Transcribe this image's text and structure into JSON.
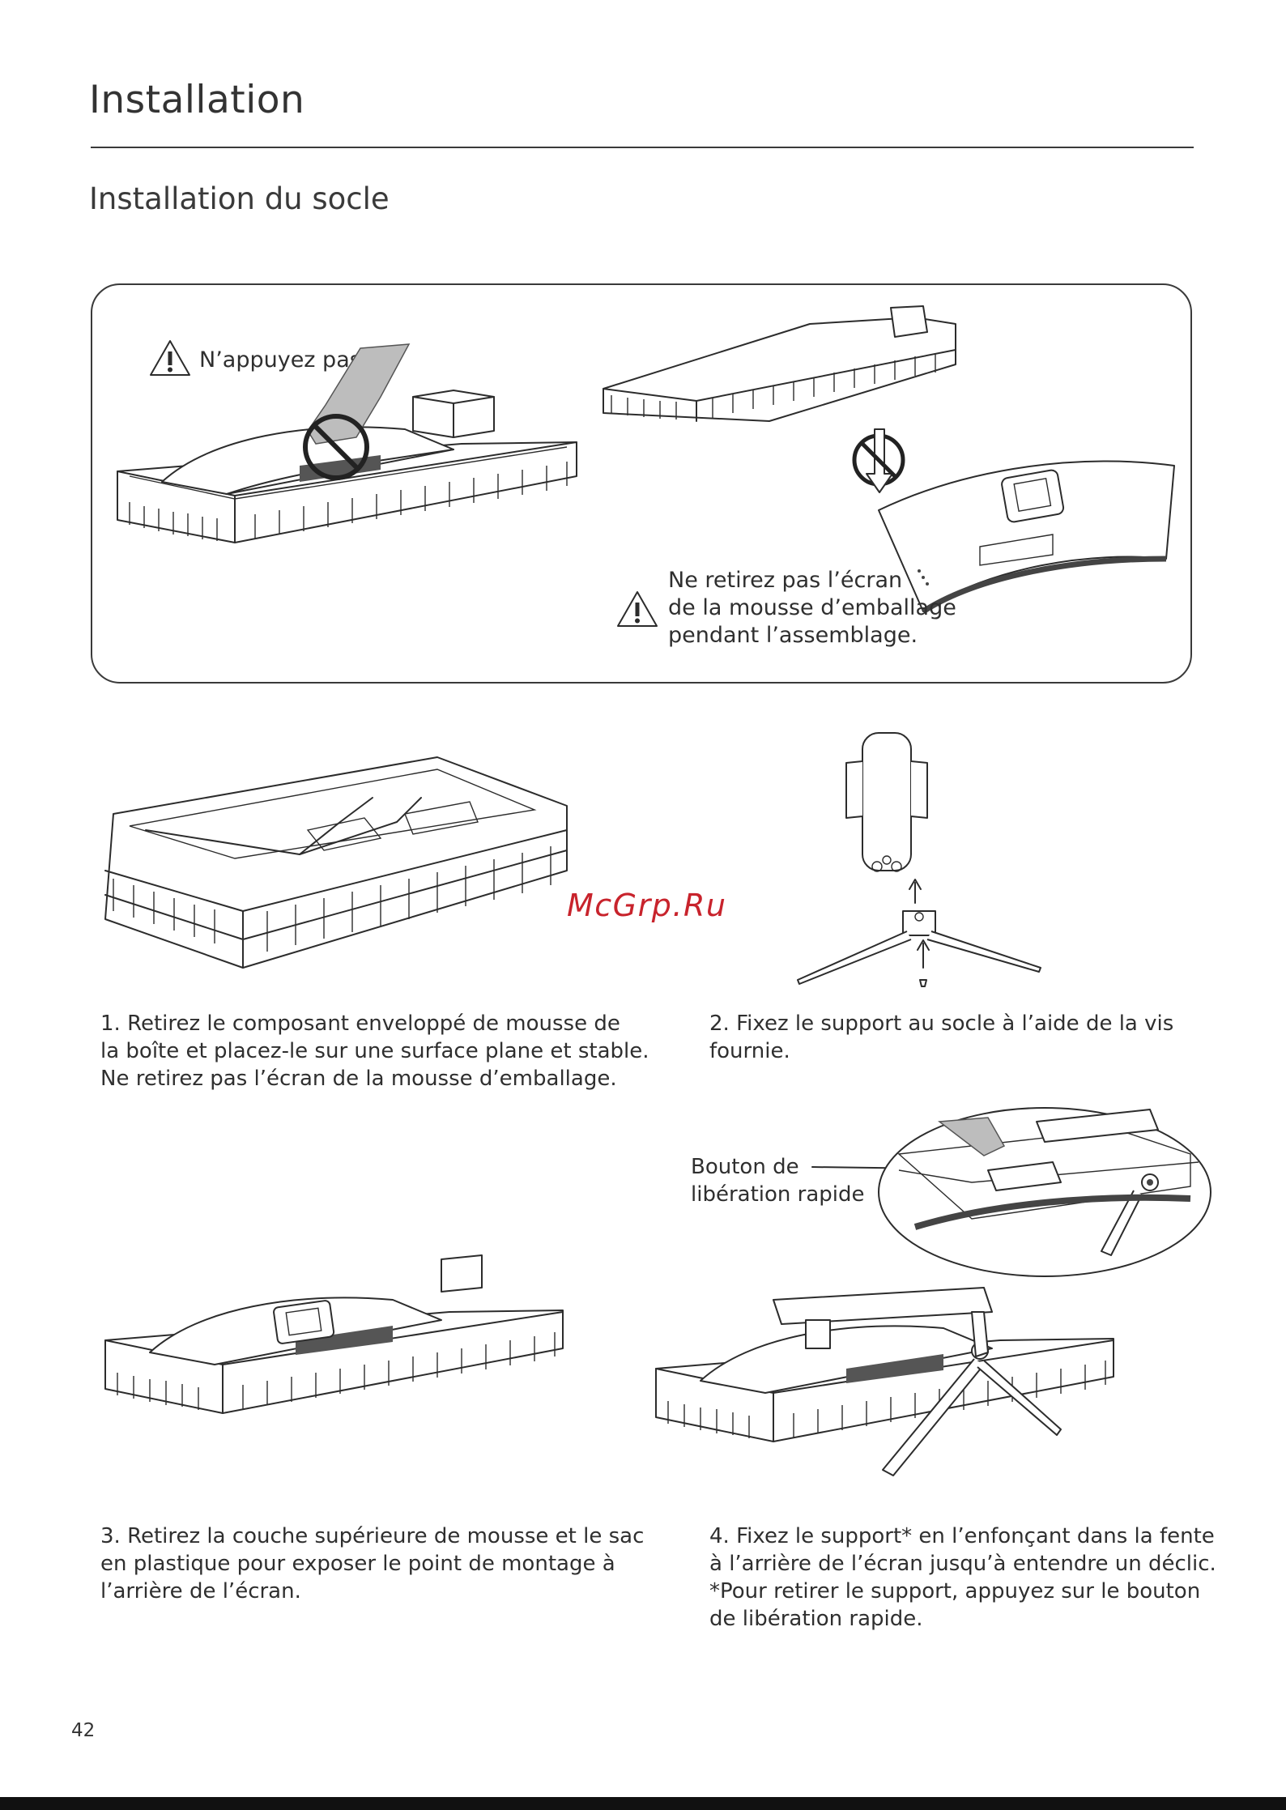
{
  "page": {
    "title": "Installation",
    "subtitle": "Installation du socle",
    "page_number": "42",
    "watermark": "McGrp.Ru"
  },
  "warnings": {
    "no_press": "N’appuyez pas.",
    "no_remove_lines": [
      "Ne retirez pas l’écran",
      "de la mousse d’emballage",
      "pendant l’assemblage."
    ]
  },
  "steps": [
    {
      "text": "1. Retirez le composant enveloppé de mousse de\nla boîte et placez-le sur une surface plane et stable.\nNe retirez pas l’écran de la mousse d’emballage."
    },
    {
      "text": "2. Fixez le support au socle à l’aide de la vis\nfournie."
    },
    {
      "text": "3. Retirez la couche supérieure de mousse et le sac\nen plastique pour exposer le point de montage à\nl’arrière de l’écran."
    },
    {
      "text": "4. Fixez le support* en l’enfonçant dans la fente\nà l’arrière de l’écran jusqu’à entendre un déclic.\n*Pour retirer le support, appuyez sur le bouton\nde libération rapide."
    }
  ],
  "callout": {
    "quick_release_lines": [
      "Bouton de",
      "libération rapide"
    ]
  },
  "icons": {
    "warning": "warning-triangle-icon",
    "prohibited": "prohibited-circle-icon"
  }
}
